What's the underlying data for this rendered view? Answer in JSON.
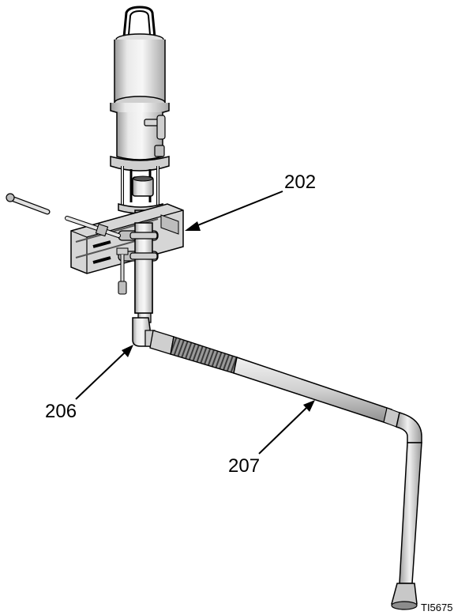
{
  "callouts": {
    "c202": "202",
    "c206": "206",
    "c207": "207"
  },
  "figure_id": "TI5675",
  "parts": {
    "c202": "bracket-icon",
    "c206": "elbow-fitting-icon",
    "c207": "suction-tube-icon"
  },
  "colors": {
    "line": "#000000",
    "metal_light": "#e6e6e6",
    "metal_mid": "#bdbdbd",
    "metal_dark": "#8c8c8c",
    "background": "#ffffff"
  }
}
